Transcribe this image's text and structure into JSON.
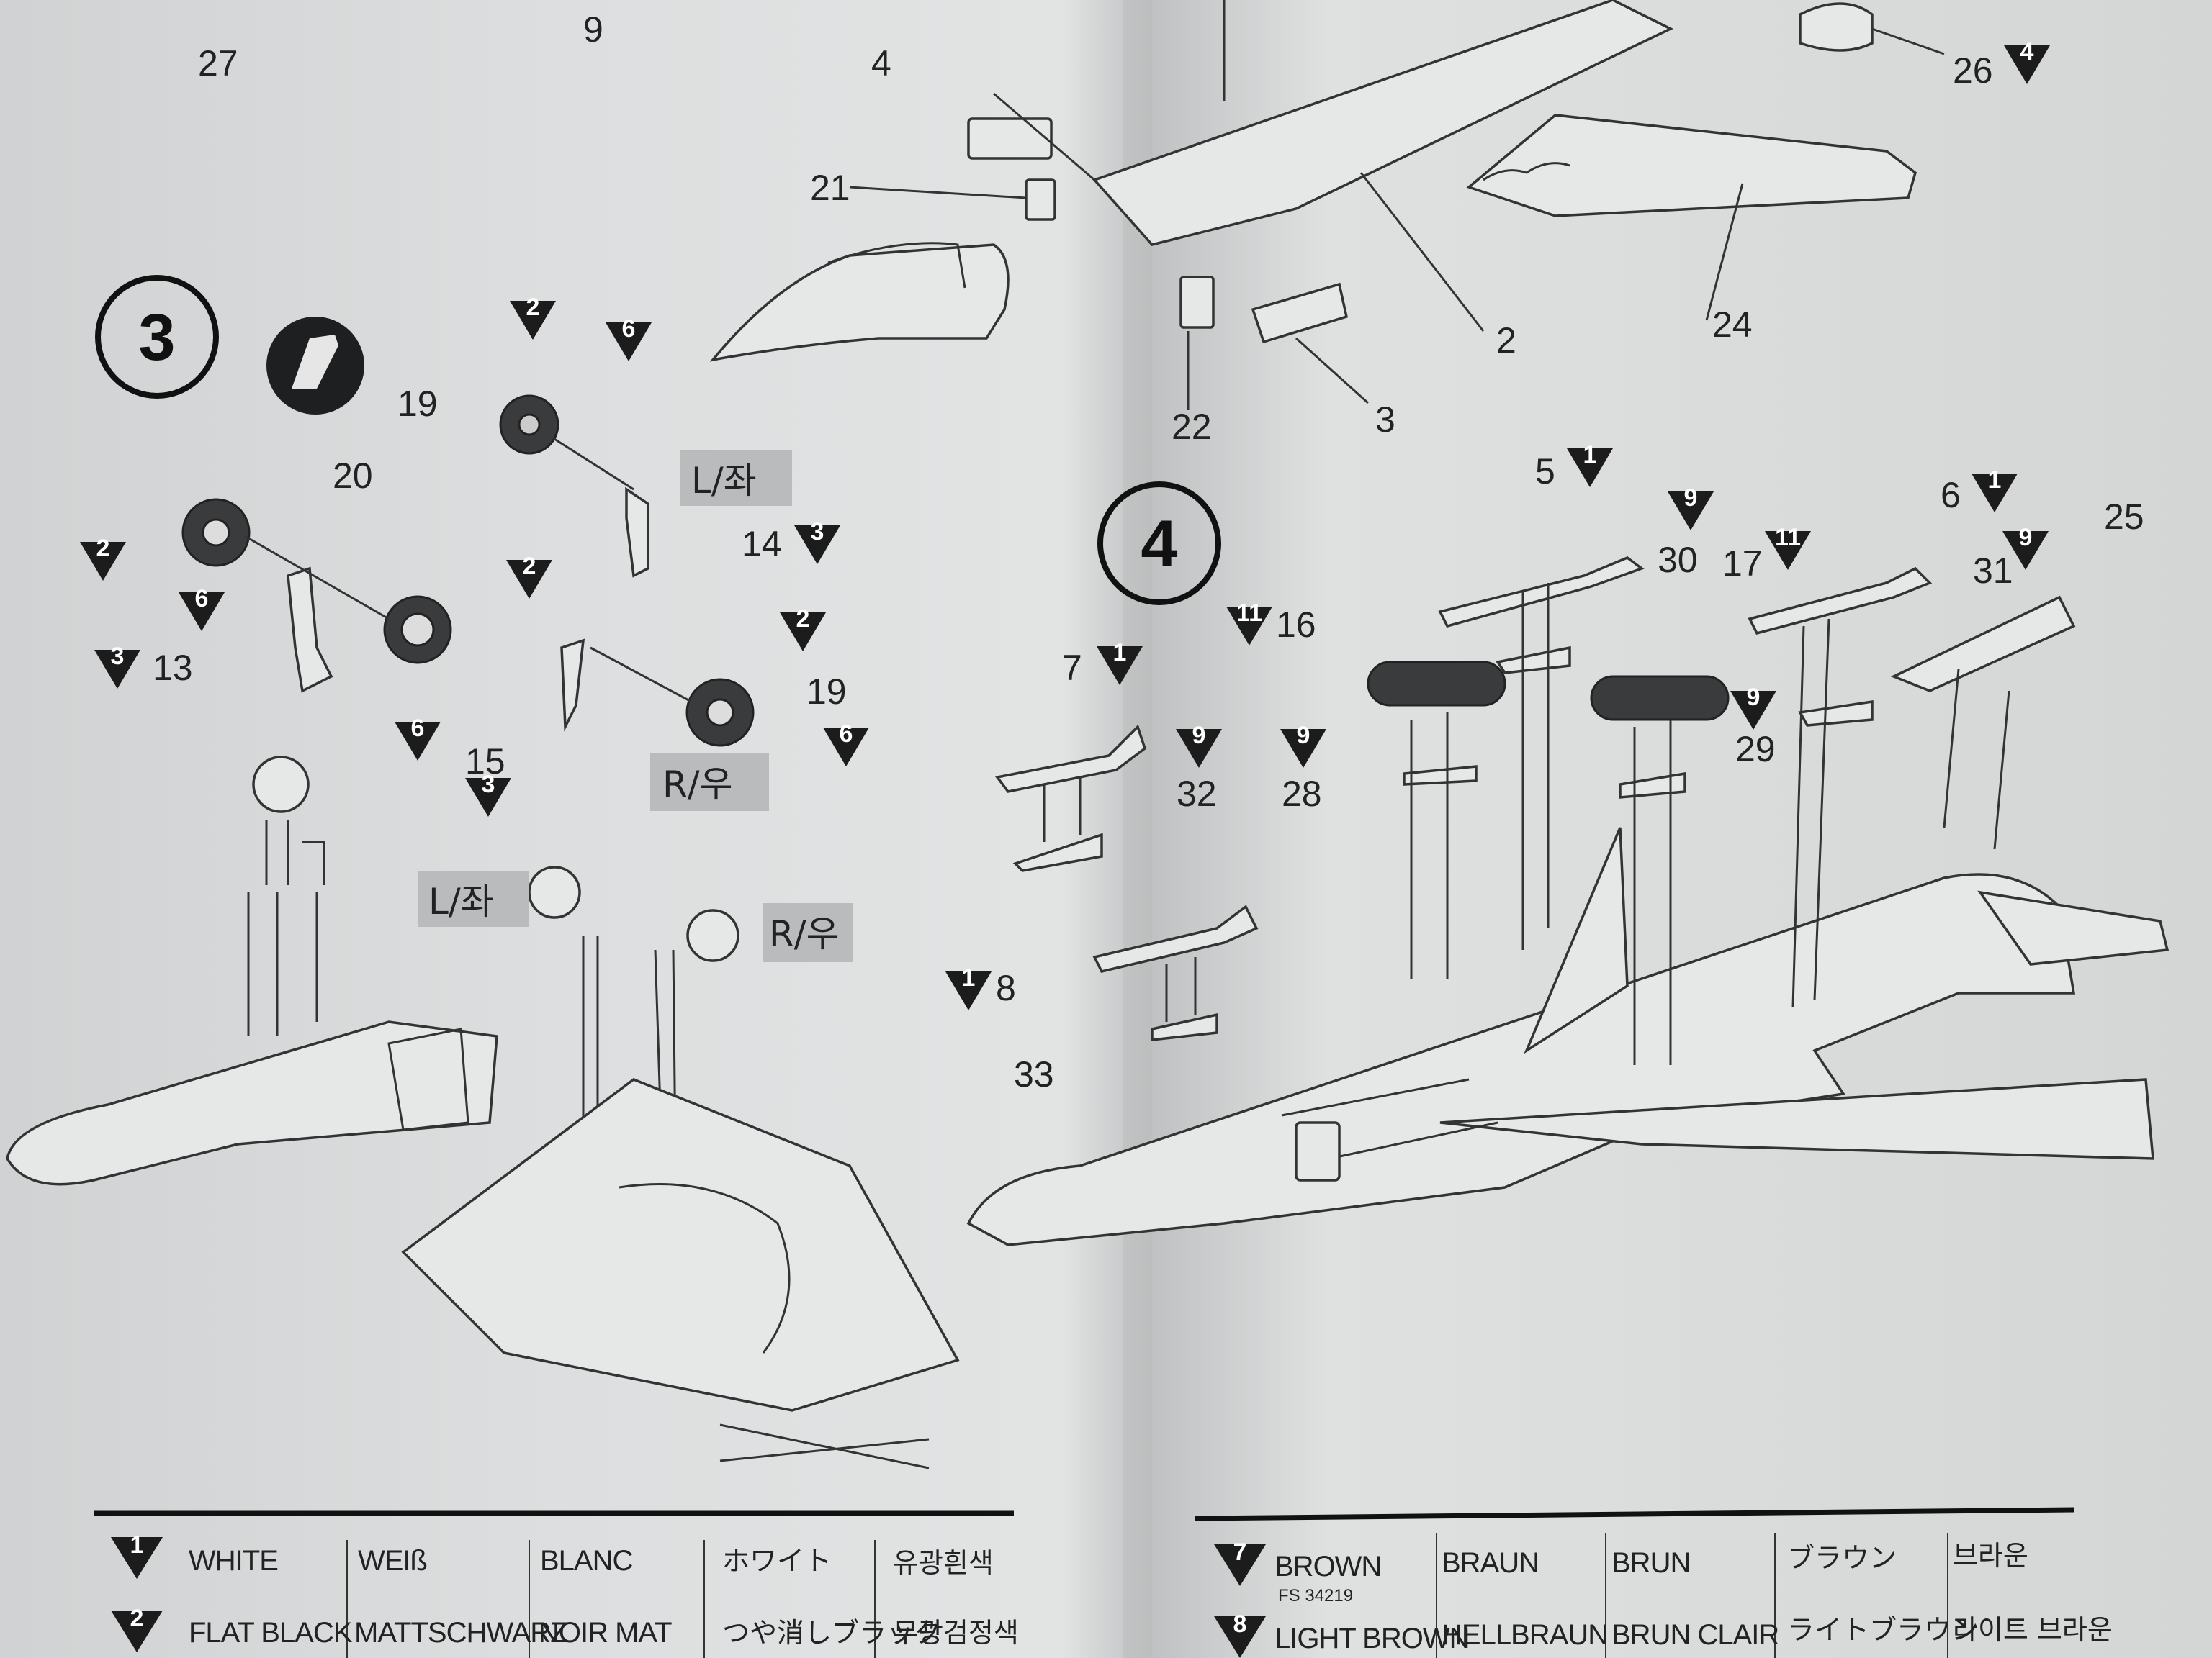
{
  "steps": [
    {
      "number": "3"
    },
    {
      "number": "4"
    }
  ],
  "part_labels": {
    "p27": "27",
    "p9": "9",
    "p4": "4",
    "p21": "21",
    "p2": "2",
    "p3": "3",
    "p22": "22",
    "p24": "24",
    "p26": "26",
    "p19a": "19",
    "p20": "20",
    "p14": "14",
    "p13": "13",
    "p15": "15",
    "p19b": "19",
    "p5": "5",
    "p30": "30",
    "p17": "17",
    "p6": "6",
    "p31": "31",
    "p25": "25",
    "p16": "16",
    "p7": "7",
    "p32": "32",
    "p28": "28",
    "p29": "29",
    "p8": "8",
    "p33": "33"
  },
  "paint_codes": [
    "1",
    "2",
    "3",
    "4",
    "6",
    "9",
    "11"
  ],
  "side_tags": {
    "left": "L/좌",
    "right": "R/우"
  },
  "legend": {
    "left": [
      {
        "code": "1",
        "en": "WHITE",
        "de": "WEIß",
        "fr": "BLANC",
        "ja": "ホワイト",
        "ko": "유광흰색"
      },
      {
        "code": "2",
        "en": "FLAT BLACK",
        "de": "MATTSCHWARZ",
        "fr": "NOIR MAT",
        "ja": "つや消しブラック",
        "ko": "무광검정색"
      }
    ],
    "right": [
      {
        "code": "7",
        "en": "BROWN",
        "fs": "FS 34219",
        "de": "BRAUN",
        "fr": "BRUN",
        "ja": "ブラウン",
        "ko": "브라운"
      },
      {
        "code": "8",
        "en": "LIGHT BROWN",
        "de": "HELLBRAUN",
        "fr": "BRUN CLAIR",
        "ja": "ライトブラウン",
        "ko": "라이트 브라운"
      }
    ]
  }
}
